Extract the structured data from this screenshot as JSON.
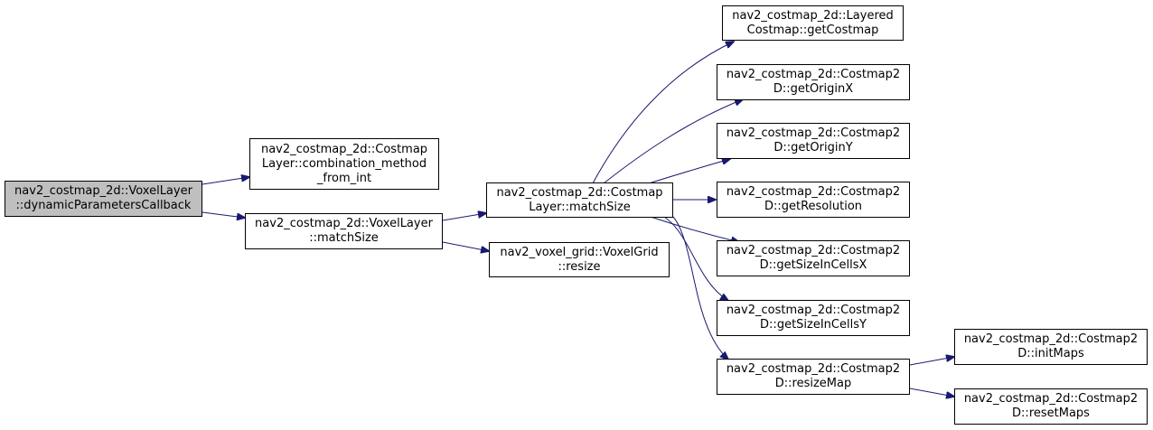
{
  "colors": {
    "edge": "#191970",
    "root_fill": "#bfbfbf",
    "node_fill": "#ffffff",
    "border": "#000000"
  },
  "nodes": {
    "root": [
      "nav2_costmap_2d::VoxelLayer",
      "::dynamicParametersCallback"
    ],
    "combination": [
      "nav2_costmap_2d::Costmap",
      "Layer::combination_method",
      "_from_int"
    ],
    "voxel_matchsize": [
      "nav2_costmap_2d::VoxelLayer",
      "::matchSize"
    ],
    "costmap_matchsize": [
      "nav2_costmap_2d::Costmap",
      "Layer::matchSize"
    ],
    "voxelgrid_resize": [
      "nav2_voxel_grid::VoxelGrid",
      "::resize"
    ],
    "getcostmap": [
      "nav2_costmap_2d::Layered",
      "Costmap::getCostmap"
    ],
    "getoriginx": [
      "nav2_costmap_2d::Costmap2",
      "D::getOriginX"
    ],
    "getoriginy": [
      "nav2_costmap_2d::Costmap2",
      "D::getOriginY"
    ],
    "getresolution": [
      "nav2_costmap_2d::Costmap2",
      "D::getResolution"
    ],
    "getsizex": [
      "nav2_costmap_2d::Costmap2",
      "D::getSizeInCellsX"
    ],
    "getsizey": [
      "nav2_costmap_2d::Costmap2",
      "D::getSizeInCellsY"
    ],
    "resizemap": [
      "nav2_costmap_2d::Costmap2",
      "D::resizeMap"
    ],
    "initmaps": [
      "nav2_costmap_2d::Costmap2",
      "D::initMaps"
    ],
    "resetmaps": [
      "nav2_costmap_2d::Costmap2",
      "D::resetMaps"
    ]
  }
}
